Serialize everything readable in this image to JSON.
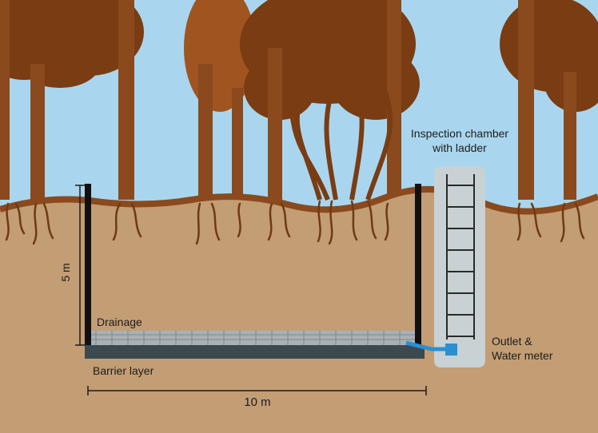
{
  "labels": {
    "chamber_line1": "Inspection chamber",
    "chamber_line2": "with ladder",
    "drainage": "Drainage",
    "barrier": "Barrier layer",
    "outlet_line1": "Outlet &",
    "outlet_line2": "Water meter",
    "depth": "5 m",
    "width": "10 m"
  },
  "colors": {
    "sky": "#a9d6ee",
    "soil": "#c39d74",
    "trees": "#7a3c12",
    "trunks": "#8a4a1d",
    "roots": "#6f3a15",
    "wall": "#101010",
    "barrier": "#3c4a50",
    "drainage": "#a9b1b5",
    "chamber": "#c8d1d4",
    "outlet": "#2b8fd0"
  }
}
